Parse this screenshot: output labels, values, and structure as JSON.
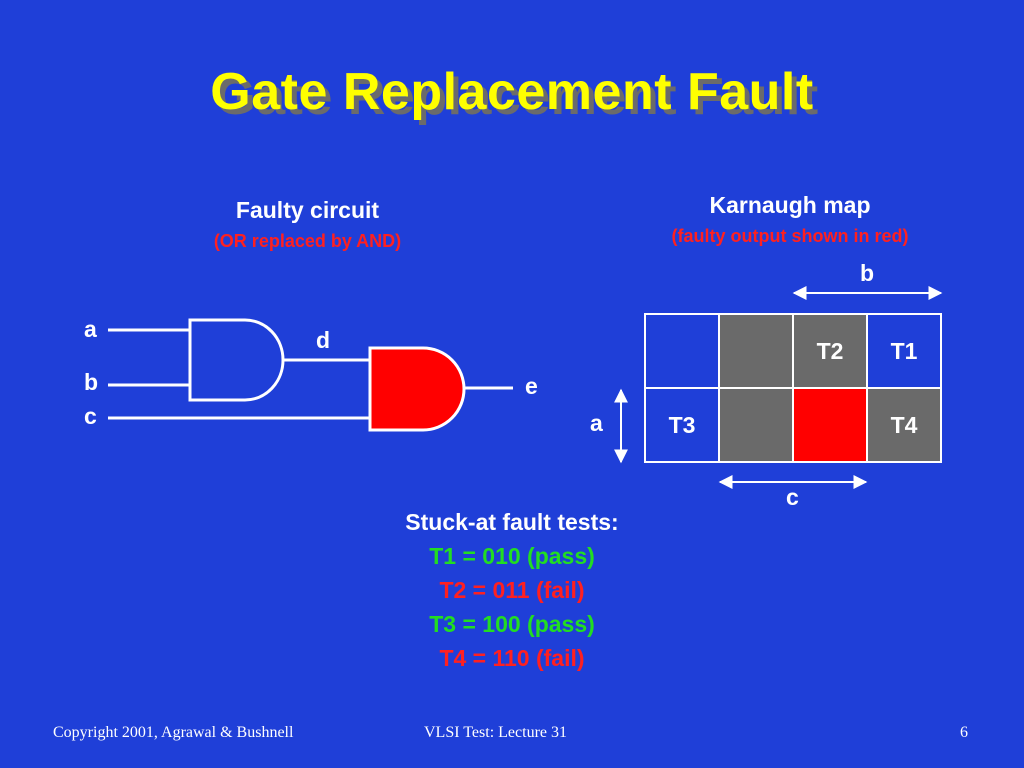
{
  "slide": {
    "title": "Gate Replacement Fault",
    "colors": {
      "background": "#1f3fd8",
      "title": "#ffff00",
      "faulty": "#ff0000",
      "pass": "#22dd22",
      "fail": "#ff2020",
      "kmap_gray": "#6a6a6a"
    }
  },
  "circuit": {
    "heading": "Faulty circuit",
    "subheading": "(OR replaced by AND)",
    "labels": {
      "a": "a",
      "b": "b",
      "c": "c",
      "d": "d",
      "e": "e"
    },
    "gates": [
      {
        "name": "first-and-gate",
        "type": "AND",
        "color": "#1f3fd8"
      },
      {
        "name": "faulty-and-gate",
        "type": "AND",
        "color": "#ff0000"
      }
    ]
  },
  "kmap": {
    "heading": "Karnaugh map",
    "subheading": "(faulty output shown in red)",
    "labels": {
      "b": "b",
      "a": "a",
      "c": "c"
    },
    "rows": [
      [
        {
          "text": "",
          "color": "blue"
        },
        {
          "text": "",
          "color": "gray"
        },
        {
          "text": "T2",
          "color": "gray"
        },
        {
          "text": "T1",
          "color": "blue"
        }
      ],
      [
        {
          "text": "T3",
          "color": "blue"
        },
        {
          "text": "",
          "color": "gray"
        },
        {
          "text": "",
          "color": "red"
        },
        {
          "text": "T4",
          "color": "gray"
        }
      ]
    ]
  },
  "tests": {
    "title": "Stuck-at fault tests:",
    "items": [
      {
        "text": "T1 = 010 (pass)",
        "status": "pass"
      },
      {
        "text": "T2 = 011 (fail)",
        "status": "fail"
      },
      {
        "text": "T3 = 100 (pass)",
        "status": "pass"
      },
      {
        "text": "T4 = 110 (fail)",
        "status": "fail"
      }
    ]
  },
  "footer": {
    "copyright": "Copyright 2001, Agrawal & Bushnell",
    "course": "VLSI Test: Lecture 31",
    "page": "6"
  }
}
